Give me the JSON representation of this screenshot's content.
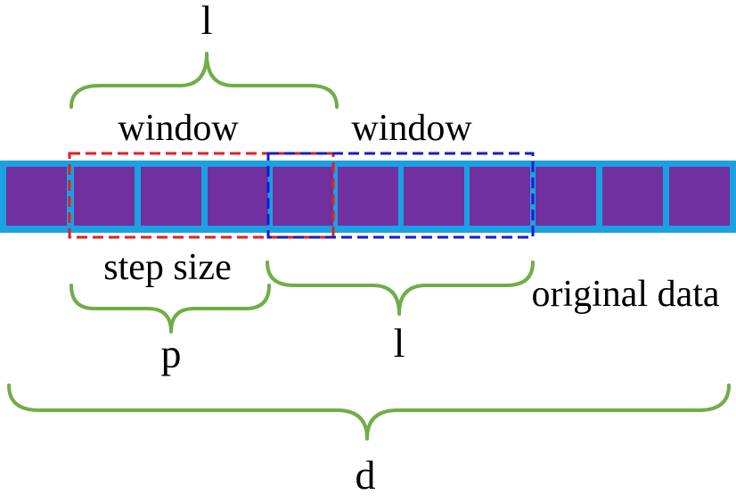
{
  "labels": {
    "window_length_top": "l",
    "window_first": "window",
    "window_second": "window",
    "step_size": "step size",
    "original_data": "original data",
    "step_symbol": "p",
    "window_length_bottom": "l",
    "data_length": "d"
  },
  "colors": {
    "cell_fill": "#7030A0",
    "strip_border": "#1BA1E2",
    "brace": "#70AD47",
    "window_first_outline": "#E02020",
    "window_second_outline": "#1A1ACC",
    "text": "#000000"
  },
  "strip": {
    "cell_count": 11
  }
}
